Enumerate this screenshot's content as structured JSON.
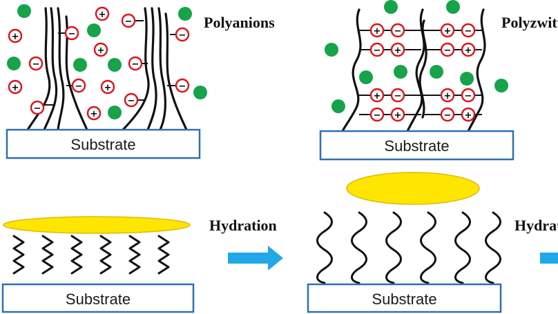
{
  "labels": {
    "polyanions": "Polyanions",
    "polyzwitterions": "Polyzwitterions",
    "hydration_1": "Hydration",
    "hydration_2": "Hydration"
  },
  "substrates": {
    "top_left": "Substrate",
    "top_right": "Substrate",
    "bottom_left": "Substrate",
    "bottom_mid": "Substrate"
  },
  "charges": {
    "plus": "+",
    "minus": "−"
  },
  "colors": {
    "ion_green": "#16a34a",
    "charge_ring": "#e0111b",
    "substrate_border": "#2e6fb5",
    "droplet_fill": "#ffe600",
    "droplet_stroke": "#e0b800",
    "arrow": "#20a8e8",
    "chain": "#111111"
  }
}
